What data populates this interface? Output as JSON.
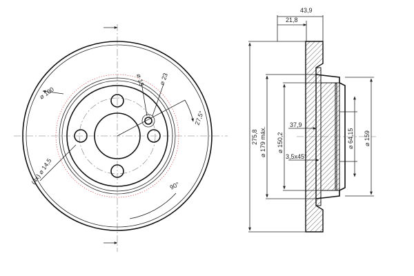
{
  "front_view": {
    "labels": {
      "pcd": "⌀ 100",
      "bolt_holes": "(4x) ⌀ 14,5",
      "small_hole": "⌀ 13",
      "small_hole_2": "⌀ 23",
      "angle_1": "27,5°",
      "angle_2": "90°"
    }
  },
  "side_view": {
    "labels": {
      "overall_width": "43,9",
      "hat_width": "21,8",
      "outer_diameter": "275,8",
      "max_friction": "⌀ 179 máx.",
      "inner_diameter": "⌀ 150,2",
      "hat_depth": "37,9",
      "chamfer": "3,5x45°",
      "center_bore": "⌀ 64,15",
      "hat_diameter": "⌀ 159"
    }
  },
  "colors": {
    "line": "#111111",
    "centerline": "#777777",
    "hatch": "#333333",
    "accent": "#d23a3a"
  }
}
